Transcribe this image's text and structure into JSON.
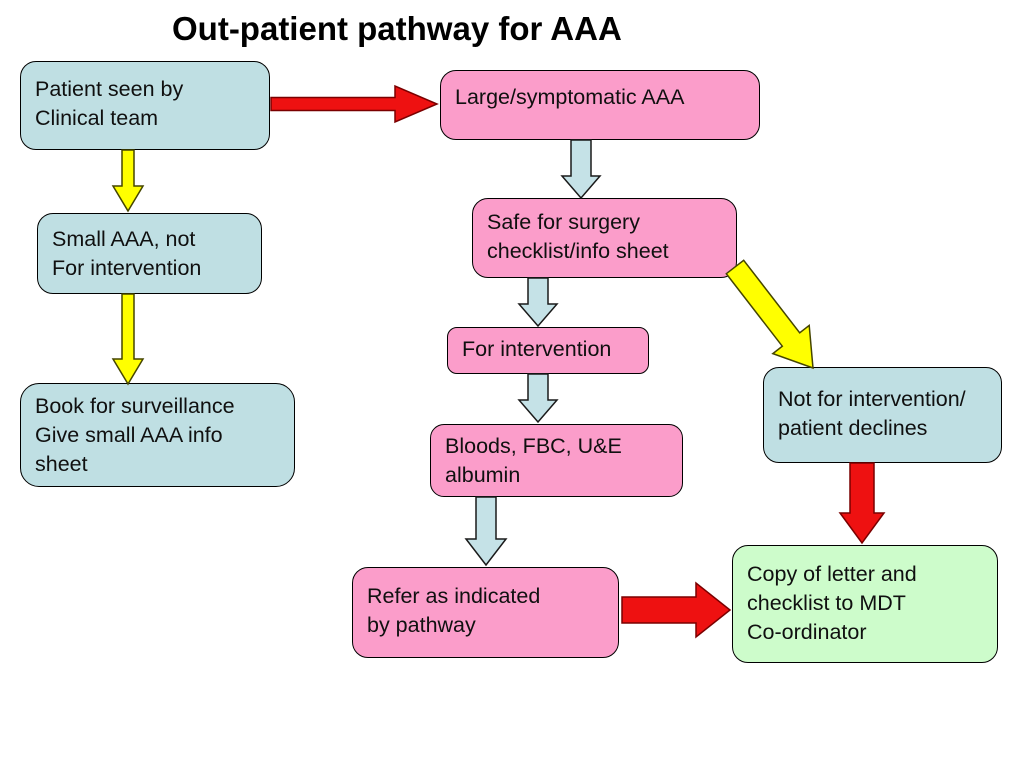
{
  "title": "Out-patient pathway for AAA",
  "colors": {
    "red_arrow": "#ee1111",
    "yellow_arrow": "#ffff00",
    "blue_arrow": "#c5e2e7",
    "blue_box": "#bfdfe3",
    "pink_box": "#fb9dca",
    "green_box": "#cdfccb"
  },
  "nodes": {
    "patient_seen": {
      "label": "Patient seen by\nClinical team"
    },
    "large_symptomatic": {
      "label": "Large/symptomatic AAA"
    },
    "small_aaa": {
      "label": "Small AAA, not\nFor intervention"
    },
    "book_surveillance": {
      "label": "Book for surveillance\nGive small AAA info\nsheet"
    },
    "safe_surgery": {
      "label": "Safe for surgery\nchecklist/info sheet"
    },
    "for_intervention": {
      "label": "For intervention"
    },
    "bloods": {
      "label": "Bloods, FBC, U&E\nalbumin"
    },
    "not_intervention": {
      "label": "Not for intervention/\npatient declines"
    },
    "refer": {
      "label": "Refer as indicated\nby pathway"
    },
    "copy_letter": {
      "label": "Copy of letter and\nchecklist to MDT\nCo-ordinator"
    }
  },
  "edges": [
    {
      "from": "patient_seen",
      "to": "large_symptomatic",
      "color": "red"
    },
    {
      "from": "patient_seen",
      "to": "small_aaa",
      "color": "yellow"
    },
    {
      "from": "small_aaa",
      "to": "book_surveillance",
      "color": "yellow"
    },
    {
      "from": "large_symptomatic",
      "to": "safe_surgery",
      "color": "lightblue"
    },
    {
      "from": "safe_surgery",
      "to": "for_intervention",
      "color": "lightblue"
    },
    {
      "from": "for_intervention",
      "to": "bloods",
      "color": "lightblue"
    },
    {
      "from": "bloods",
      "to": "refer",
      "color": "lightblue"
    },
    {
      "from": "safe_surgery",
      "to": "not_intervention",
      "color": "yellow"
    },
    {
      "from": "not_intervention",
      "to": "copy_letter",
      "color": "red"
    },
    {
      "from": "refer",
      "to": "copy_letter",
      "color": "red"
    }
  ]
}
